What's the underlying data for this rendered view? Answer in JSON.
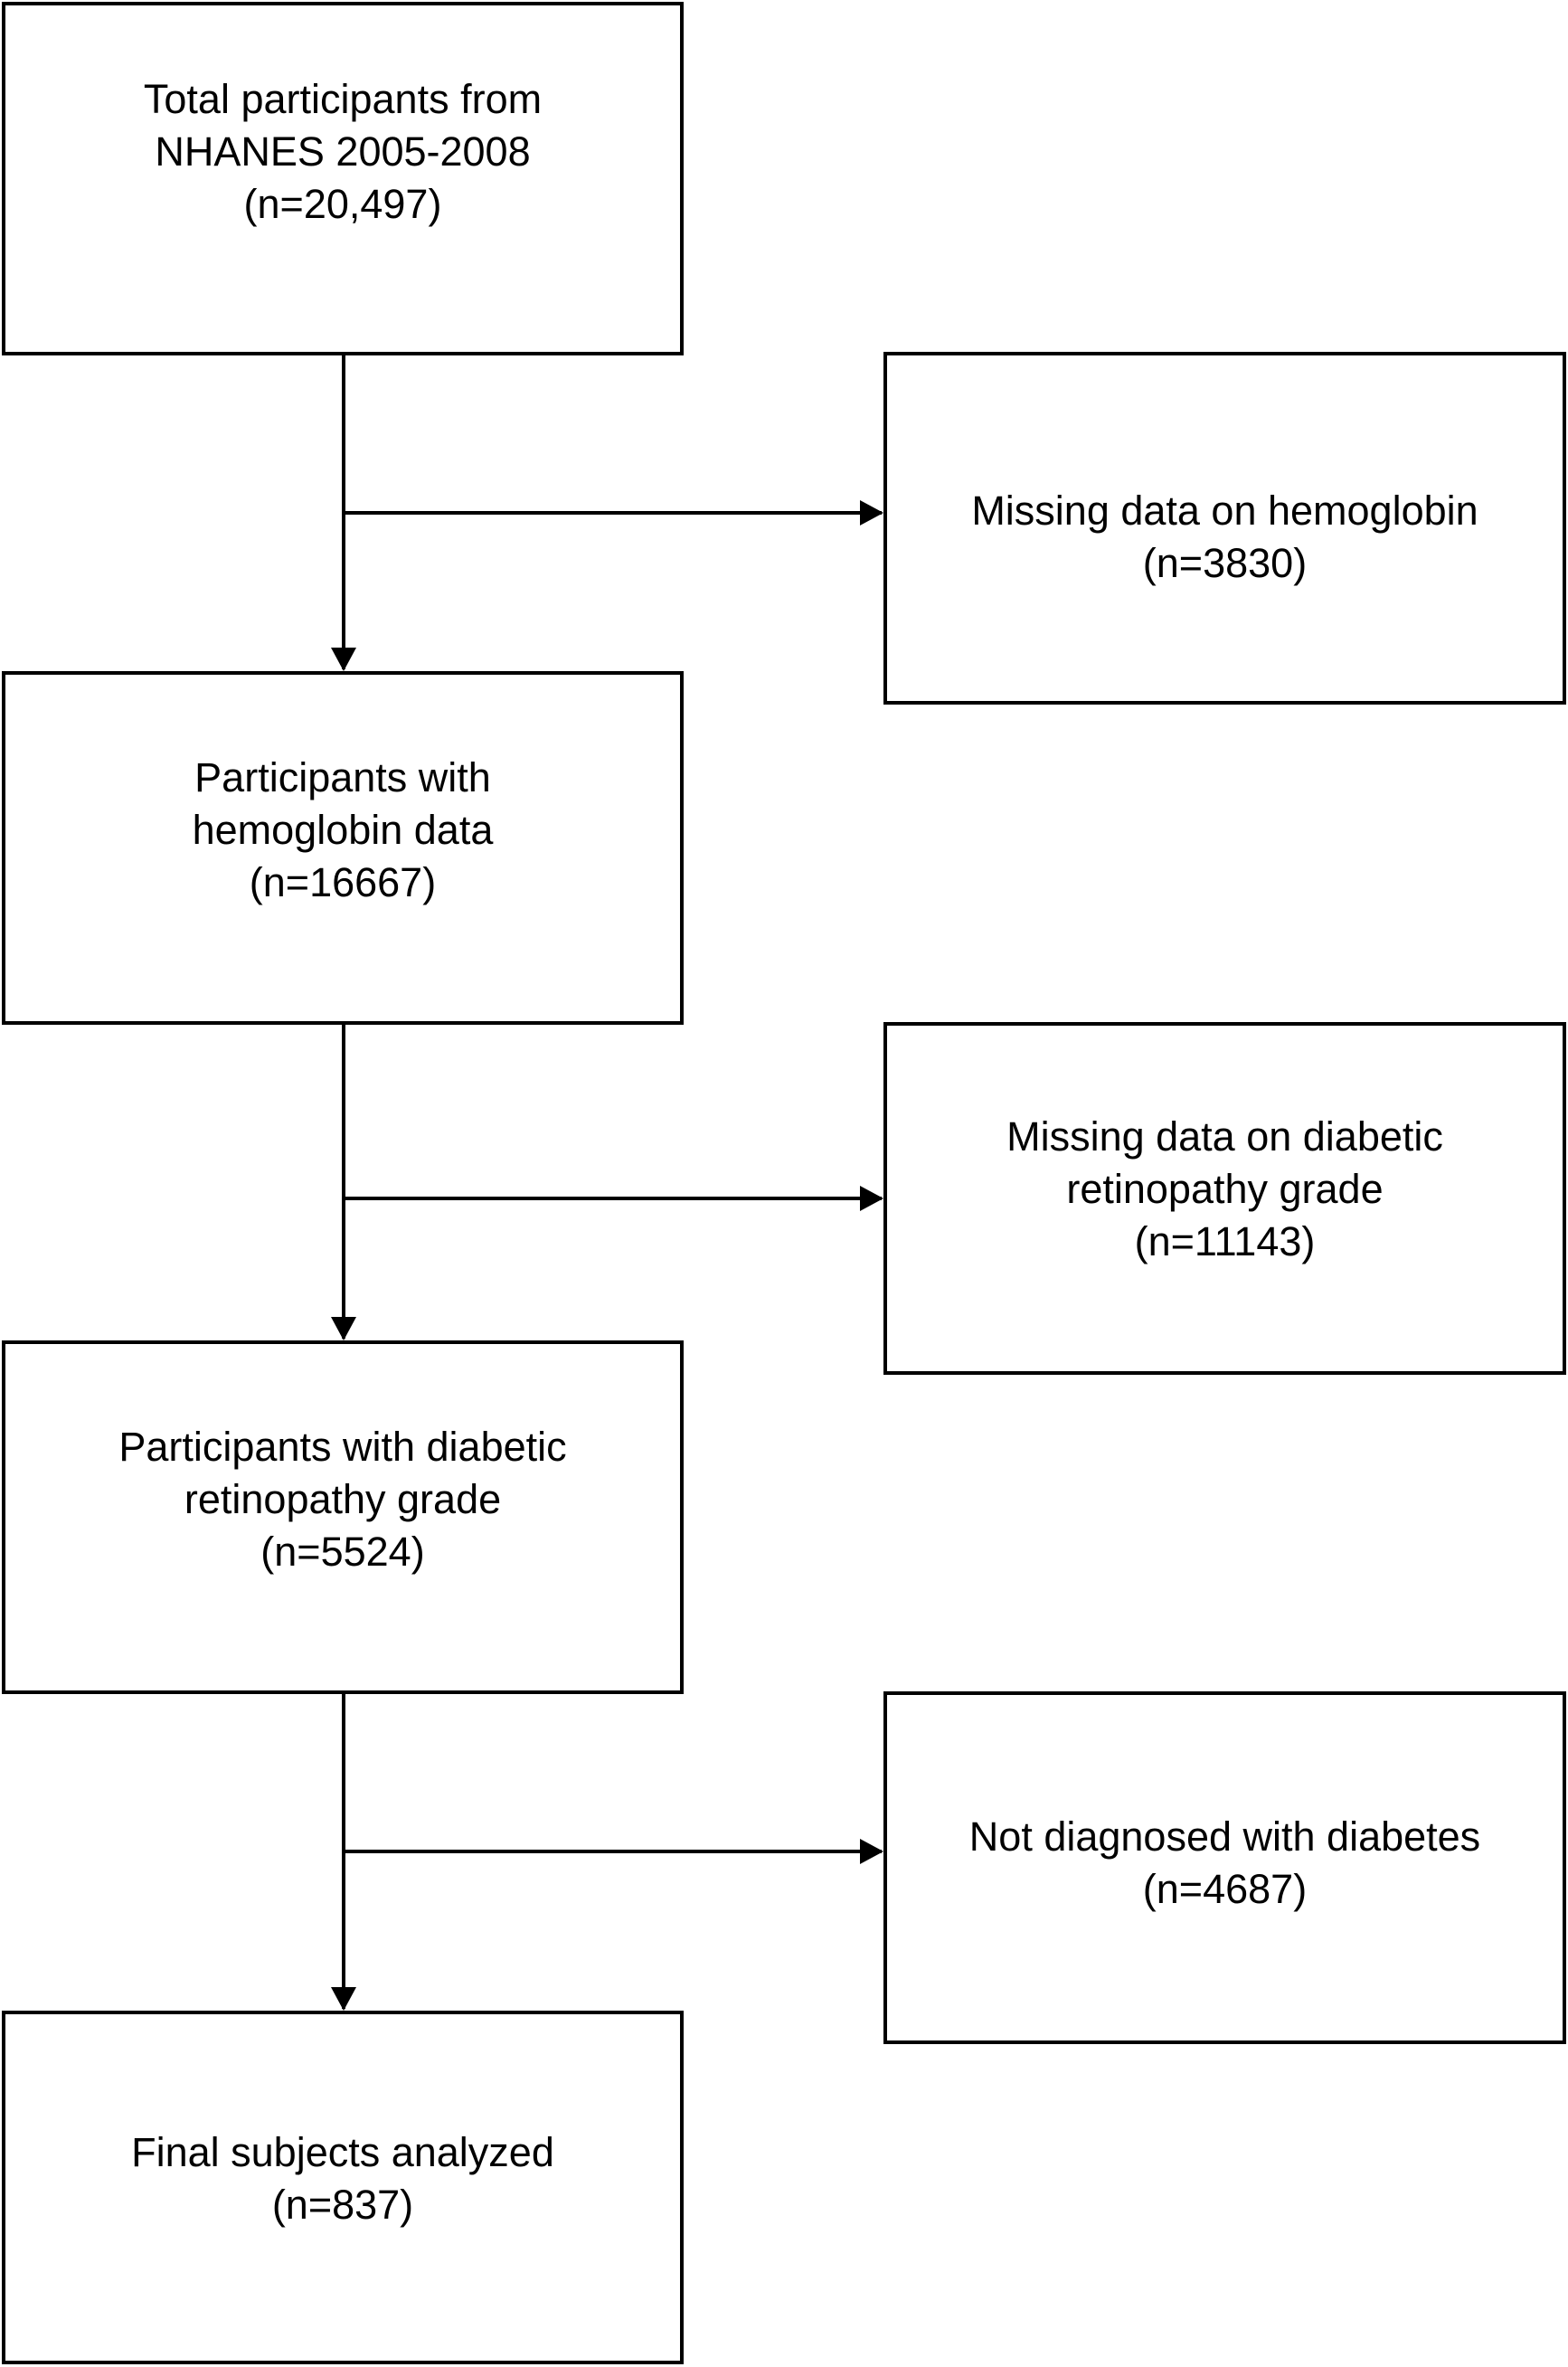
{
  "flowchart": {
    "main_boxes": [
      {
        "lines": [
          "Total participants from",
          "NHANES 2005-2008",
          "(n=20,497)"
        ]
      },
      {
        "lines": [
          "Participants with",
          "hemoglobin data",
          "(n=16667)"
        ]
      },
      {
        "lines": [
          "Participants with diabetic",
          "retinopathy grade",
          "(n=5524)"
        ]
      },
      {
        "lines": [
          "Final subjects analyzed",
          "(n=837)"
        ]
      }
    ],
    "exclusion_boxes": [
      {
        "lines": [
          "Missing data on hemoglobin",
          "(n=3830)"
        ]
      },
      {
        "lines": [
          "Missing data on diabetic",
          "retinopathy grade",
          "(n=11143)"
        ]
      },
      {
        "lines": [
          "Not diagnosed with diabetes",
          "(n=4687)"
        ]
      }
    ]
  }
}
